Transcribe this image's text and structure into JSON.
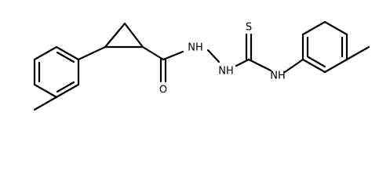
{
  "atoms": {
    "amide_o": "O",
    "hydrazide_nh_left": "NH",
    "hydrazide_nh_right": "NH",
    "thio_s": "S",
    "anilide_nh": "NH"
  }
}
